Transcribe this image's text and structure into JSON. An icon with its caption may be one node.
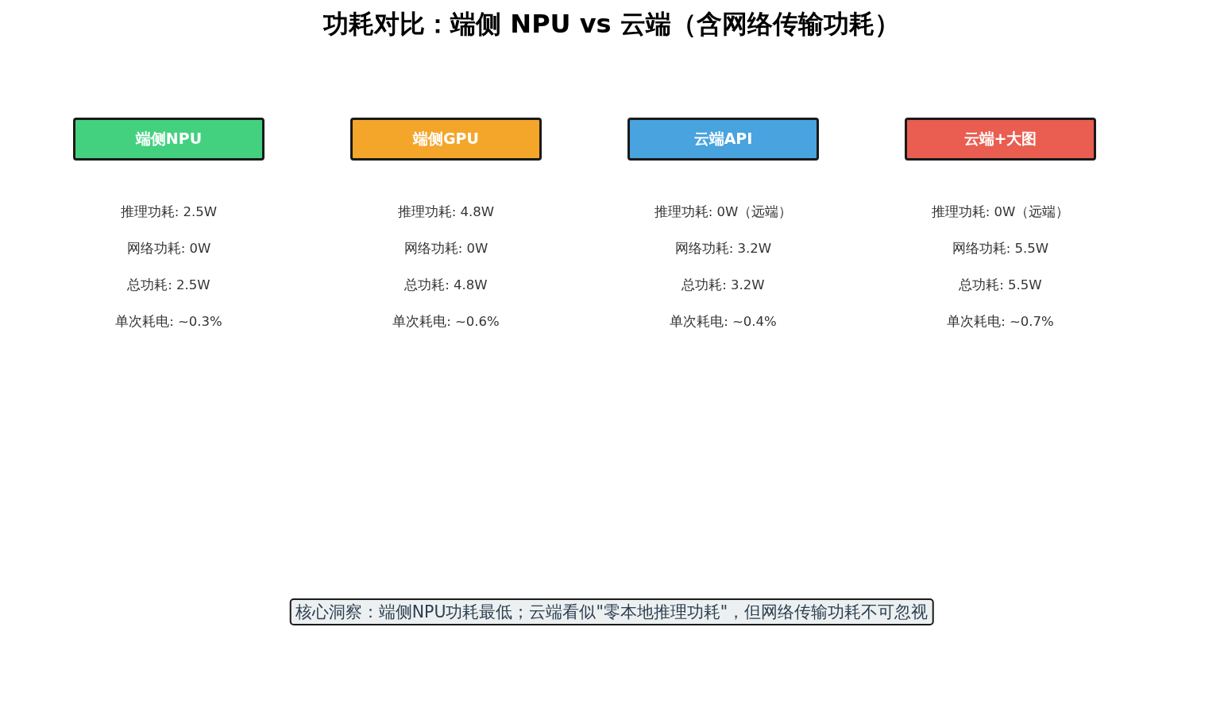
{
  "diagram": {
    "title": "功耗对比：端侧 NPU vs 云端（含网络传输功耗）",
    "nodes": [
      {
        "text": [
          "端侧NPU"
        ],
        "beside": [
          "推理功耗: 2.5W",
          "网络功耗: 0W",
          "总功耗: 2.5W",
          "单次耗电: ~0.3%"
        ]
      },
      {
        "text": [
          "端侧GPU"
        ],
        "beside": [
          "推理功耗: 4.8W",
          "网络功耗: 0W",
          "总功耗: 4.8W",
          "单次耗电: ~0.6%"
        ]
      },
      {
        "text": [
          "云端API"
        ],
        "beside": [
          "推理功耗: 0W（远端）",
          "网络功耗: 3.2W",
          "总功耗: 3.2W",
          "单次耗电: ~0.4%"
        ]
      },
      {
        "text": [
          "云端+大图"
        ],
        "beside": [
          "推理功耗: 0W（远端）",
          "网络功耗: 5.5W",
          "总功耗: 5.5W",
          "单次耗电: ~0.7%"
        ]
      },
      {
        "text": [
          "核心洞察：端侧NPU功耗最低；云端看似\"零本地推理功耗\"，但网络传输功耗不可忽视"
        ]
      }
    ]
  }
}
